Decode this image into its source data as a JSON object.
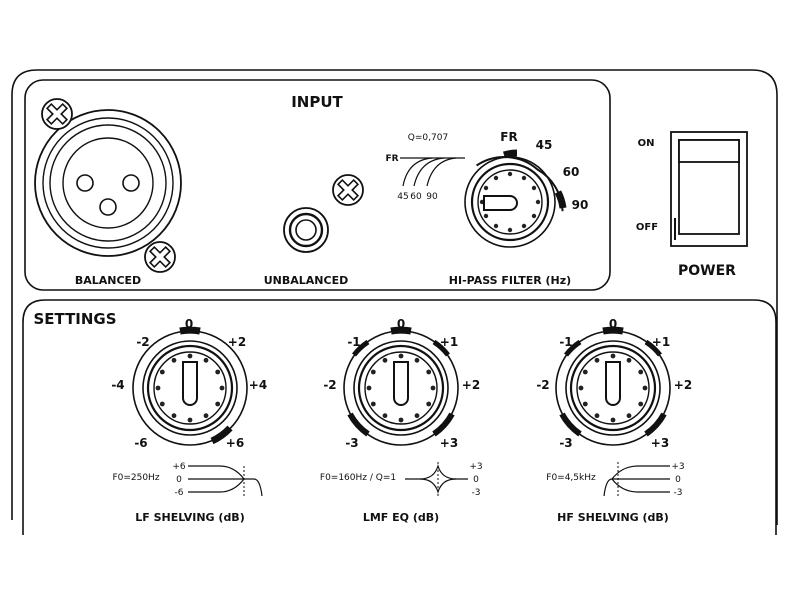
{
  "input": {
    "title": "INPUT",
    "balanced_label": "BALANCED",
    "unbalanced_label": "UNBALANCED",
    "hipass": {
      "label": "HI-PASS FILTER (Hz)",
      "q_label": "Q=0,707",
      "curve_fr_label": "FR",
      "curve_freqs": [
        "45",
        "60",
        "90"
      ],
      "knob_marks": [
        "FR",
        "45",
        "60",
        "90"
      ]
    }
  },
  "power": {
    "title": "POWER",
    "on_label": "ON",
    "off_label": "OFF"
  },
  "settings": {
    "title": "SETTINGS",
    "lf": {
      "label": "LF SHELVING (dB)",
      "marks": [
        "0",
        "-2",
        "+2",
        "-4",
        "+4",
        "-6",
        "+6"
      ],
      "curve_label": "F0=250Hz",
      "curve_vals": [
        "+6",
        "0",
        "-6"
      ]
    },
    "lmf": {
      "label": "LMF EQ (dB)",
      "marks": [
        "0",
        "-1",
        "+1",
        "-2",
        "+2",
        "-3",
        "+3"
      ],
      "curve_label": "F0=160Hz / Q=1",
      "curve_vals": [
        "+3",
        "0",
        "-3"
      ]
    },
    "hf": {
      "label": "HF SHELVING (dB)",
      "marks": [
        "0",
        "-1",
        "+1",
        "-2",
        "+2",
        "-3",
        "+3"
      ],
      "curve_label": "F0=4,5kHz",
      "curve_vals": [
        "+3",
        "0",
        "-3"
      ]
    }
  }
}
